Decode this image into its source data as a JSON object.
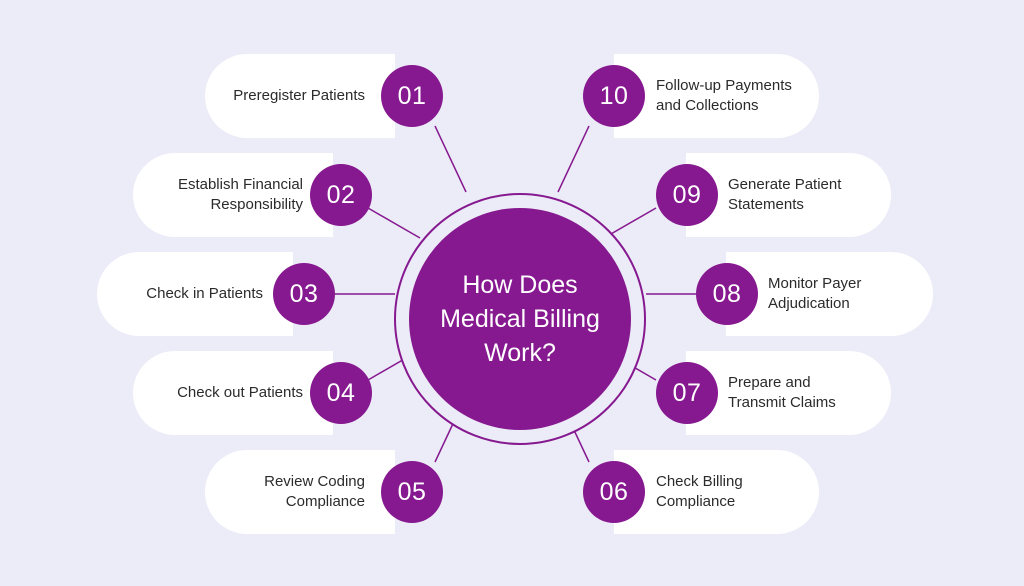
{
  "center": {
    "title": "How Does\nMedical Billing\nWork?"
  },
  "steps": [
    {
      "number": "01",
      "label": "Preregister Patients"
    },
    {
      "number": "02",
      "label": "Establish Financial\nResponsibility"
    },
    {
      "number": "03",
      "label": "Check in Patients"
    },
    {
      "number": "04",
      "label": "Check out Patients"
    },
    {
      "number": "05",
      "label": "Review Coding\nCompliance"
    },
    {
      "number": "06",
      "label": "Check Billing\nCompliance"
    },
    {
      "number": "07",
      "label": "Prepare and\nTransmit Claims"
    },
    {
      "number": "08",
      "label": "Monitor Payer\nAdjudication"
    },
    {
      "number": "09",
      "label": "Generate Patient\nStatements"
    },
    {
      "number": "10",
      "label": "Follow-up Payments\nand Collections"
    }
  ],
  "colors": {
    "accent": "#86198f",
    "background": "#ecebf8",
    "card": "#ffffff"
  }
}
